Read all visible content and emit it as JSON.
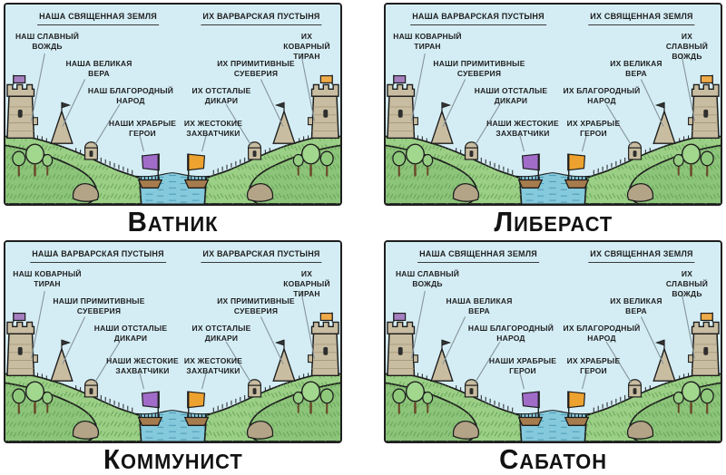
{
  "panels": [
    {
      "title": "Ватник",
      "left": {
        "headline": "НАША СВЯЩЕННАЯ ЗЕМЛЯ",
        "labels": [
          "НАШ СЛАВНЫЙ\nВОЖДЬ",
          "НАША ВЕЛИКАЯ\nВЕРА",
          "НАШ БЛАГОРОДНЫЙ\nНАРОД",
          "НАШИ ХРАБРЫЕ\nГЕРОИ"
        ]
      },
      "right": {
        "headline": "ИХ ВАРВАРСКАЯ ПУСТЫНЯ",
        "labels": [
          "ИХ КОВАРНЫЙ\nТИРАН",
          "ИХ ПРИМИТИВНЫЕ\nСУЕВЕРИЯ",
          "ИХ ОТСТАЛЫЕ\nДИКАРИ",
          "ИХ ЖЕСТОКИЕ\nЗАХВАТЧИКИ"
        ]
      }
    },
    {
      "title": "Либераст",
      "left": {
        "headline": "НАША ВАРВАРСКАЯ ПУСТЫНЯ",
        "labels": [
          "НАШ КОВАРНЫЙ\nТИРАН",
          "НАШИ ПРИМИТИВНЫЕ\nСУЕВЕРИЯ",
          "НАШИ ОТСТАЛЫЕ\nДИКАРИ",
          "НАШИ ЖЕСТОКИЕ\nЗАХВАТЧИКИ"
        ]
      },
      "right": {
        "headline": "ИХ СВЯЩЕННАЯ ЗЕМЛЯ",
        "labels": [
          "ИХ СЛАВНЫЙ\nВОЖДЬ",
          "ИХ ВЕЛИКАЯ\nВЕРА",
          "ИХ БЛАГОРОДНЫЙ\nНАРОД",
          "ИХ ХРАБРЫЕ\nГЕРОИ"
        ]
      }
    },
    {
      "title": "Коммунист",
      "left": {
        "headline": "НАША ВАРВАРСКАЯ ПУСТЫНЯ",
        "labels": [
          "НАШ КОВАРНЫЙ\nТИРАН",
          "НАШИ ПРИМИТИВНЫЕ\nСУЕВЕРИЯ",
          "НАШИ ОТСТАЛЫЕ\nДИКАРИ",
          "НАШИ ЖЕСТОКИЕ\nЗАХВАТЧИКИ"
        ]
      },
      "right": {
        "headline": "ИХ ВАРВАРСКАЯ ПУСТЫНЯ",
        "labels": [
          "ИХ КОВАРНЫЙ\nТИРАН",
          "ИХ ПРИМИТИВНЫЕ\nСУЕВЕРИЯ",
          "ИХ ОТСТАЛЫЕ\nДИКАРИ",
          "ИХ ЖЕСТОКИЕ\nЗАХВАТЧИКИ"
        ]
      }
    },
    {
      "title": "Сабатон",
      "left": {
        "headline": "НАША СВЯЩЕННАЯ ЗЕМЛЯ",
        "labels": [
          "НАШ СЛАВНЫЙ\nВОЖДЬ",
          "НАША ВЕЛИКАЯ\nВЕРА",
          "НАШ БЛАГОРОДНЫЙ\nНАРОД",
          "НАШИ ХРАБРЫЕ\nГЕРОИ"
        ]
      },
      "right": {
        "headline": "ИХ СВЯЩЕННАЯ ЗЕМЛЯ",
        "labels": [
          "ИХ СЛАВНЫЙ\nВОЖДЬ",
          "ИХ ВЕЛИКАЯ\nВЕРА",
          "ИХ БЛАГОРОДНЫЙ\nНАРОД",
          "ИХ ХРАБРЫЕ\nГЕРОИ"
        ]
      }
    }
  ],
  "colors": {
    "sky": "#d4edf5",
    "hill_back": "#9bcf86",
    "hill_front": "#8cc47a",
    "water": "#85c9dc",
    "castle": "#c9bda1",
    "sail_left": "#a06cc8",
    "sail_right": "#eda22f",
    "flag_left": "#a57fc0",
    "flag_right": "#efab49"
  }
}
